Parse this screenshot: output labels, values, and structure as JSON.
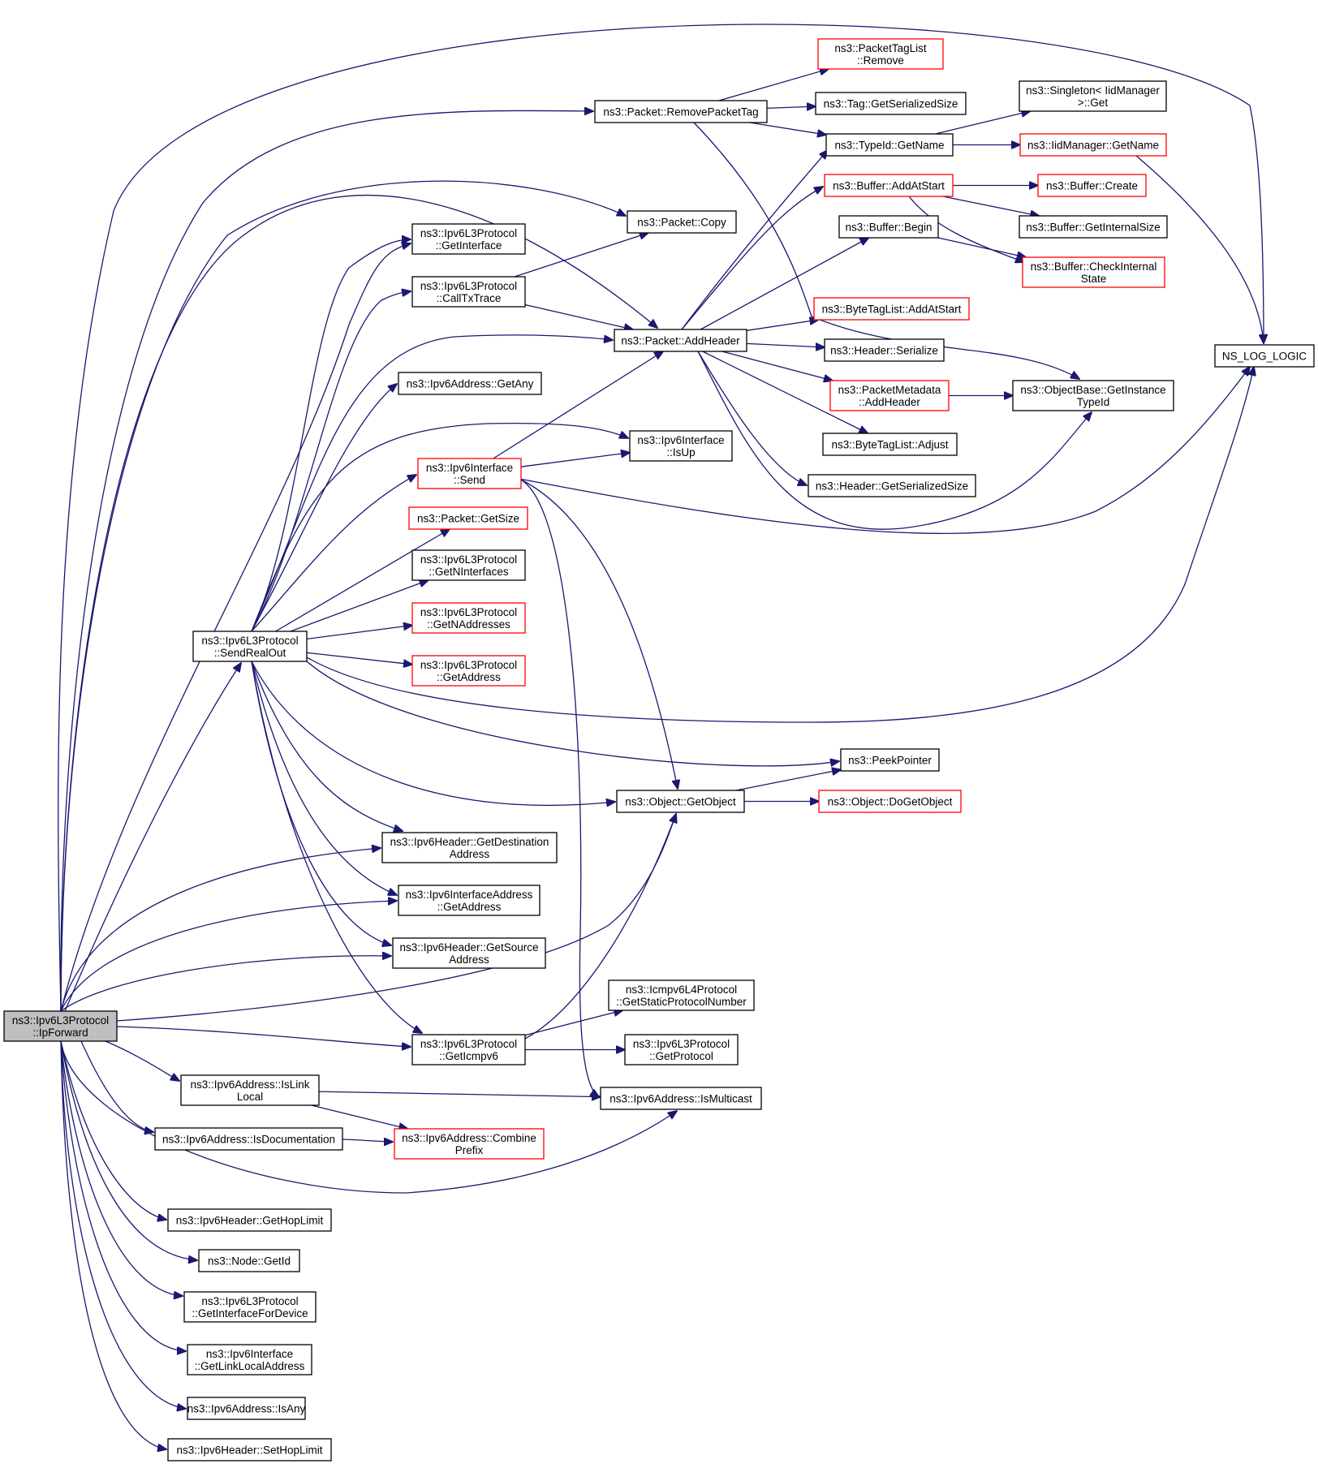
{
  "colors": {
    "normal_border": "#000000",
    "truncated_border": "#ff0000",
    "root_fill": "#bfbfbf",
    "edge": "#191970"
  },
  "nodes": [
    {
      "id": "n0",
      "lines": [
        "ns3::Ipv6L3Protocol",
        "::IpForward"
      ],
      "style": "root"
    },
    {
      "id": "n1",
      "lines": [
        "NS_LOG_LOGIC"
      ],
      "style": "normal"
    },
    {
      "id": "n2",
      "lines": [
        "ns3::Packet::RemovePacketTag"
      ],
      "style": "normal"
    },
    {
      "id": "n3",
      "lines": [
        "ns3::PacketTagList",
        "::Remove"
      ],
      "style": "truncated"
    },
    {
      "id": "n4",
      "lines": [
        "ns3::Tag::GetSerializedSize"
      ],
      "style": "normal"
    },
    {
      "id": "n5",
      "lines": [
        "ns3::TypeId::GetName"
      ],
      "style": "normal"
    },
    {
      "id": "n6",
      "lines": [
        "ns3::Singleton< IidManager",
        ">::Get"
      ],
      "style": "normal"
    },
    {
      "id": "n7",
      "lines": [
        "ns3::IidManager::GetName"
      ],
      "style": "truncated"
    },
    {
      "id": "n8",
      "lines": [
        "ns3::Buffer::AddAtStart"
      ],
      "style": "truncated"
    },
    {
      "id": "n9",
      "lines": [
        "ns3::Buffer::Create"
      ],
      "style": "truncated"
    },
    {
      "id": "n10",
      "lines": [
        "ns3::Buffer::GetInternalSize"
      ],
      "style": "normal"
    },
    {
      "id": "n11",
      "lines": [
        "ns3::Buffer::Begin"
      ],
      "style": "normal"
    },
    {
      "id": "n12",
      "lines": [
        "ns3::Buffer::CheckInternal",
        "State"
      ],
      "style": "truncated"
    },
    {
      "id": "n13",
      "lines": [
        "ns3::Packet::Copy"
      ],
      "style": "normal"
    },
    {
      "id": "n14",
      "lines": [
        "ns3::Ipv6L3Protocol",
        "::GetInterface"
      ],
      "style": "normal"
    },
    {
      "id": "n15",
      "lines": [
        "ns3::Ipv6L3Protocol",
        "::CallTxTrace"
      ],
      "style": "normal"
    },
    {
      "id": "n16",
      "lines": [
        "ns3::Packet::AddHeader"
      ],
      "style": "normal"
    },
    {
      "id": "n17",
      "lines": [
        "ns3::ByteTagList::AddAtStart"
      ],
      "style": "truncated"
    },
    {
      "id": "n18",
      "lines": [
        "ns3::Header::Serialize"
      ],
      "style": "normal"
    },
    {
      "id": "n19",
      "lines": [
        "ns3::PacketMetadata",
        "::AddHeader"
      ],
      "style": "truncated"
    },
    {
      "id": "n20",
      "lines": [
        "ns3::ObjectBase::GetInstance",
        "TypeId"
      ],
      "style": "normal"
    },
    {
      "id": "n21",
      "lines": [
        "ns3::ByteTagList::Adjust"
      ],
      "style": "normal"
    },
    {
      "id": "n22",
      "lines": [
        "ns3::Header::GetSerializedSize"
      ],
      "style": "normal"
    },
    {
      "id": "n23",
      "lines": [
        "ns3::Ipv6Address::GetAny"
      ],
      "style": "normal"
    },
    {
      "id": "n24",
      "lines": [
        "ns3::Ipv6Interface",
        "::IsUp"
      ],
      "style": "normal"
    },
    {
      "id": "n25",
      "lines": [
        "ns3::Ipv6Interface",
        "::Send"
      ],
      "style": "truncated"
    },
    {
      "id": "n26",
      "lines": [
        "ns3::Packet::GetSize"
      ],
      "style": "truncated"
    },
    {
      "id": "n27",
      "lines": [
        "ns3::Ipv6L3Protocol",
        "::GetNInterfaces"
      ],
      "style": "normal"
    },
    {
      "id": "n28",
      "lines": [
        "ns3::Ipv6L3Protocol",
        "::GetNAddresses"
      ],
      "style": "truncated"
    },
    {
      "id": "n29",
      "lines": [
        "ns3::Ipv6L3Protocol",
        "::GetAddress"
      ],
      "style": "truncated"
    },
    {
      "id": "n30",
      "lines": [
        "ns3::Ipv6L3Protocol",
        "::SendRealOut"
      ],
      "style": "normal"
    },
    {
      "id": "n31",
      "lines": [
        "ns3::PeekPointer"
      ],
      "style": "normal"
    },
    {
      "id": "n32",
      "lines": [
        "ns3::Object::GetObject"
      ],
      "style": "normal"
    },
    {
      "id": "n33",
      "lines": [
        "ns3::Object::DoGetObject"
      ],
      "style": "truncated"
    },
    {
      "id": "n34",
      "lines": [
        "ns3::Ipv6Header::GetDestination",
        "Address"
      ],
      "style": "normal"
    },
    {
      "id": "n35",
      "lines": [
        "ns3::Ipv6InterfaceAddress",
        "::GetAddress"
      ],
      "style": "normal"
    },
    {
      "id": "n36",
      "lines": [
        "ns3::Ipv6Header::GetSource",
        "Address"
      ],
      "style": "normal"
    },
    {
      "id": "n37",
      "lines": [
        "ns3::Icmpv6L4Protocol",
        "::GetStaticProtocolNumber"
      ],
      "style": "normal"
    },
    {
      "id": "n38",
      "lines": [
        "ns3::Ipv6L3Protocol",
        "::GetIcmpv6"
      ],
      "style": "normal"
    },
    {
      "id": "n39",
      "lines": [
        "ns3::Ipv6L3Protocol",
        "::GetProtocol"
      ],
      "style": "normal"
    },
    {
      "id": "n40",
      "lines": [
        "ns3::Ipv6Address::IsLink",
        "Local"
      ],
      "style": "normal"
    },
    {
      "id": "n41",
      "lines": [
        "ns3::Ipv6Address::IsMulticast"
      ],
      "style": "normal"
    },
    {
      "id": "n42",
      "lines": [
        "ns3::Ipv6Address::IsDocumentation"
      ],
      "style": "normal"
    },
    {
      "id": "n43",
      "lines": [
        "ns3::Ipv6Address::Combine",
        "Prefix"
      ],
      "style": "truncated"
    },
    {
      "id": "n44",
      "lines": [
        "ns3::Ipv6Header::GetHopLimit"
      ],
      "style": "normal"
    },
    {
      "id": "n45",
      "lines": [
        "ns3::Node::GetId"
      ],
      "style": "normal"
    },
    {
      "id": "n46",
      "lines": [
        "ns3::Ipv6L3Protocol",
        "::GetInterfaceForDevice"
      ],
      "style": "normal"
    },
    {
      "id": "n47",
      "lines": [
        "ns3::Ipv6Interface",
        "::GetLinkLocalAddress"
      ],
      "style": "normal"
    },
    {
      "id": "n48",
      "lines": [
        "ns3::Ipv6Address::IsAny"
      ],
      "style": "normal"
    },
    {
      "id": "n49",
      "lines": [
        "ns3::Ipv6Header::SetHopLimit"
      ],
      "style": "normal"
    }
  ],
  "edges": [
    [
      "n0",
      "n1"
    ],
    [
      "n0",
      "n2"
    ],
    [
      "n0",
      "n13"
    ],
    [
      "n0",
      "n16"
    ],
    [
      "n0",
      "n30"
    ],
    [
      "n0",
      "n34"
    ],
    [
      "n0",
      "n35"
    ],
    [
      "n0",
      "n36"
    ],
    [
      "n0",
      "n32"
    ],
    [
      "n0",
      "n38"
    ],
    [
      "n0",
      "n40"
    ],
    [
      "n0",
      "n42"
    ],
    [
      "n0",
      "n41"
    ],
    [
      "n0",
      "n44"
    ],
    [
      "n0",
      "n45"
    ],
    [
      "n0",
      "n46"
    ],
    [
      "n0",
      "n47"
    ],
    [
      "n0",
      "n48"
    ],
    [
      "n0",
      "n49"
    ],
    [
      "n0",
      "n14"
    ],
    [
      "n2",
      "n3"
    ],
    [
      "n2",
      "n4"
    ],
    [
      "n2",
      "n5"
    ],
    [
      "n2",
      "n20"
    ],
    [
      "n5",
      "n6"
    ],
    [
      "n5",
      "n7"
    ],
    [
      "n7",
      "n1"
    ],
    [
      "n8",
      "n9"
    ],
    [
      "n8",
      "n10"
    ],
    [
      "n8",
      "n12"
    ],
    [
      "n11",
      "n12"
    ],
    [
      "n15",
      "n13"
    ],
    [
      "n15",
      "n16"
    ],
    [
      "n16",
      "n5"
    ],
    [
      "n16",
      "n8"
    ],
    [
      "n16",
      "n11"
    ],
    [
      "n16",
      "n17"
    ],
    [
      "n16",
      "n18"
    ],
    [
      "n16",
      "n19"
    ],
    [
      "n16",
      "n21"
    ],
    [
      "n16",
      "n22"
    ],
    [
      "n16",
      "n20"
    ],
    [
      "n19",
      "n20"
    ],
    [
      "n25",
      "n16"
    ],
    [
      "n25",
      "n24"
    ],
    [
      "n25",
      "n1"
    ],
    [
      "n25",
      "n32"
    ],
    [
      "n25",
      "n41"
    ],
    [
      "n30",
      "n14"
    ],
    [
      "n30",
      "n15"
    ],
    [
      "n30",
      "n16"
    ],
    [
      "n30",
      "n23"
    ],
    [
      "n30",
      "n24"
    ],
    [
      "n30",
      "n25"
    ],
    [
      "n30",
      "n26"
    ],
    [
      "n30",
      "n27"
    ],
    [
      "n30",
      "n28"
    ],
    [
      "n30",
      "n29"
    ],
    [
      "n30",
      "n1"
    ],
    [
      "n30",
      "n31"
    ],
    [
      "n30",
      "n32"
    ],
    [
      "n30",
      "n34"
    ],
    [
      "n30",
      "n35"
    ],
    [
      "n30",
      "n36"
    ],
    [
      "n30",
      "n38"
    ],
    [
      "n32",
      "n31"
    ],
    [
      "n32",
      "n33"
    ],
    [
      "n38",
      "n32"
    ],
    [
      "n38",
      "n37"
    ],
    [
      "n38",
      "n39"
    ],
    [
      "n40",
      "n41"
    ],
    [
      "n40",
      "n43"
    ],
    [
      "n42",
      "n43"
    ]
  ]
}
